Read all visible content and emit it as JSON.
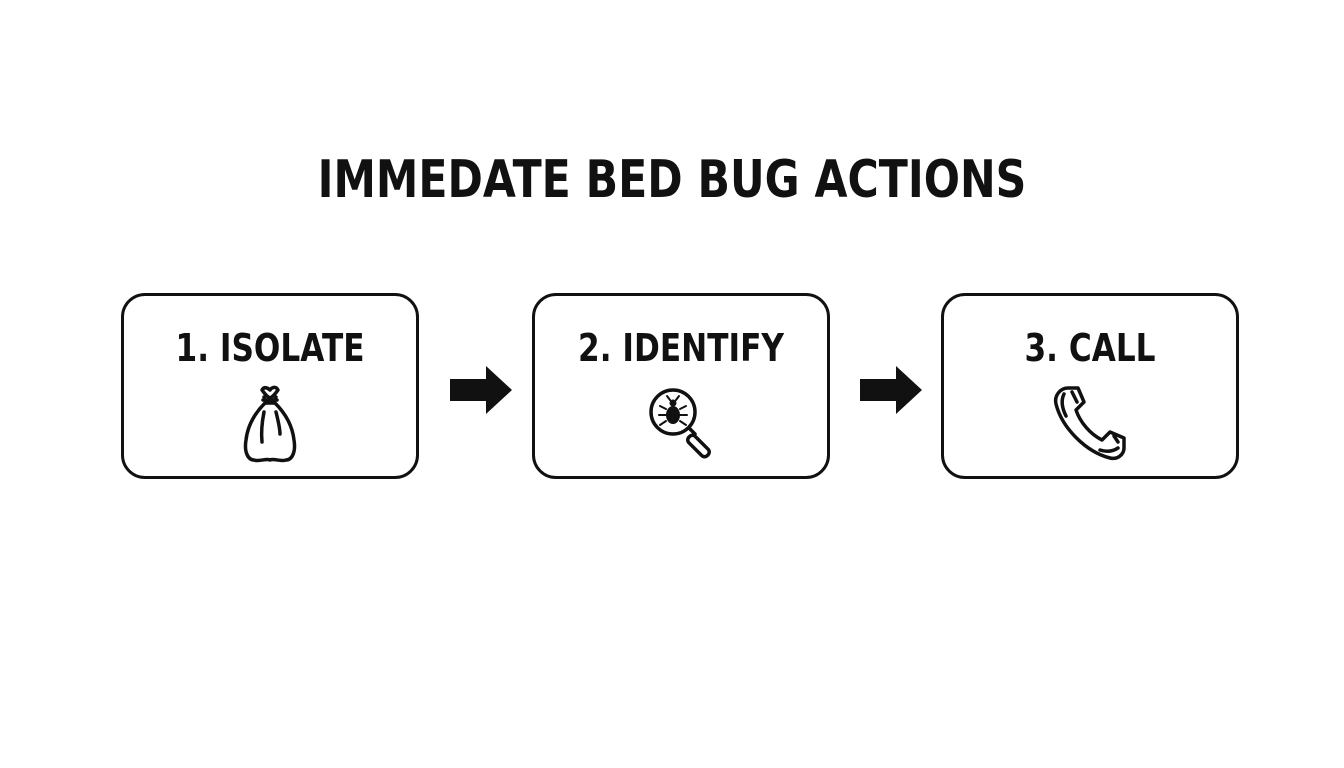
{
  "title": "IMMEDATE BED BUG ACTIONS",
  "steps": [
    {
      "label": "1. ISOLATE",
      "icon": "sack-icon"
    },
    {
      "label": "2. IDENTIFY",
      "icon": "magnifier-bug-icon"
    },
    {
      "label": "3. CALL",
      "icon": "phone-icon"
    }
  ],
  "arrows": [
    {
      "icon": "arrow-right-icon"
    },
    {
      "icon": "arrow-right-icon"
    }
  ],
  "colors": {
    "stroke": "#111111",
    "background": "#ffffff"
  }
}
